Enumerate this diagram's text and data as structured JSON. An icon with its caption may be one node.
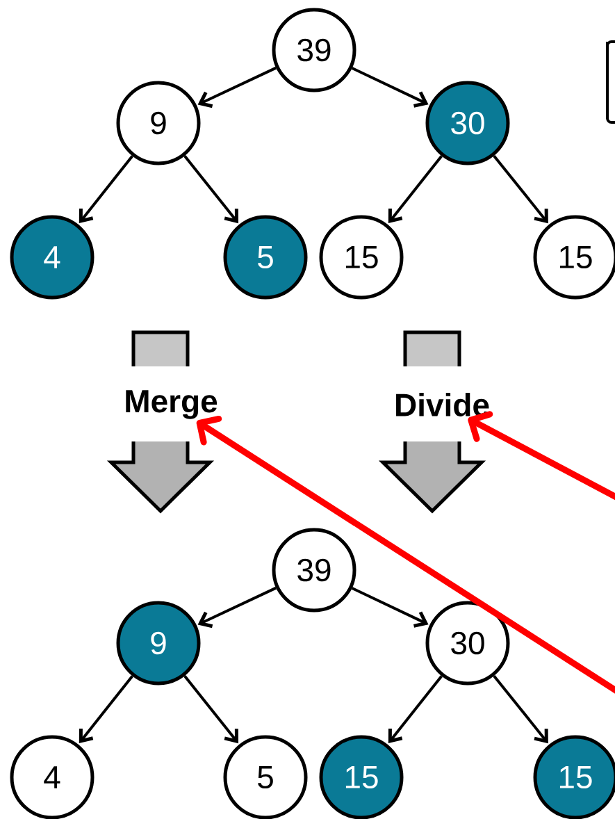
{
  "diagram": {
    "nodes": [
      {
        "text": [
          "39"
        ]
      },
      {
        "text": [
          "9"
        ]
      },
      {
        "text": [
          "30"
        ]
      },
      {
        "text": [
          "4"
        ]
      },
      {
        "text": [
          "5"
        ]
      },
      {
        "text": [
          "15"
        ]
      },
      {
        "text": [
          "15"
        ]
      },
      {
        "text": [
          "39"
        ]
      },
      {
        "text": [
          "9"
        ]
      },
      {
        "text": [
          "30"
        ]
      },
      {
        "text": [
          "4"
        ]
      },
      {
        "text": [
          "5"
        ]
      },
      {
        "text": [
          "15"
        ]
      },
      {
        "text": [
          "15"
        ]
      },
      {
        "text": [
          "Merge"
        ]
      },
      {
        "text": [
          "Divide"
        ]
      }
    ],
    "edges": [
      {
        "from": 0,
        "to": 1,
        "arrow": "to"
      },
      {
        "from": 0,
        "to": 2,
        "arrow": "to"
      },
      {
        "from": 1,
        "to": 3,
        "arrow": "to"
      },
      {
        "from": 1,
        "to": 4,
        "arrow": "to"
      },
      {
        "from": 2,
        "to": 5,
        "arrow": "to"
      },
      {
        "from": 2,
        "to": 6,
        "arrow": "to"
      },
      {
        "from": 7,
        "to": 8,
        "arrow": "to"
      },
      {
        "from": 7,
        "to": 9,
        "arrow": "to"
      },
      {
        "from": 8,
        "to": 10,
        "arrow": "to"
      },
      {
        "from": 8,
        "to": 11,
        "arrow": "to"
      },
      {
        "from": 9,
        "to": 12,
        "arrow": "to"
      },
      {
        "from": 9,
        "to": 13,
        "arrow": "to"
      },
      {
        "from": null,
        "to": 14,
        "arrow": "to",
        "style": "thick",
        "color": "#ff0000"
      },
      {
        "from": null,
        "to": 15,
        "arrow": "to",
        "style": "thick",
        "color": "#ff0000"
      }
    ]
  }
}
